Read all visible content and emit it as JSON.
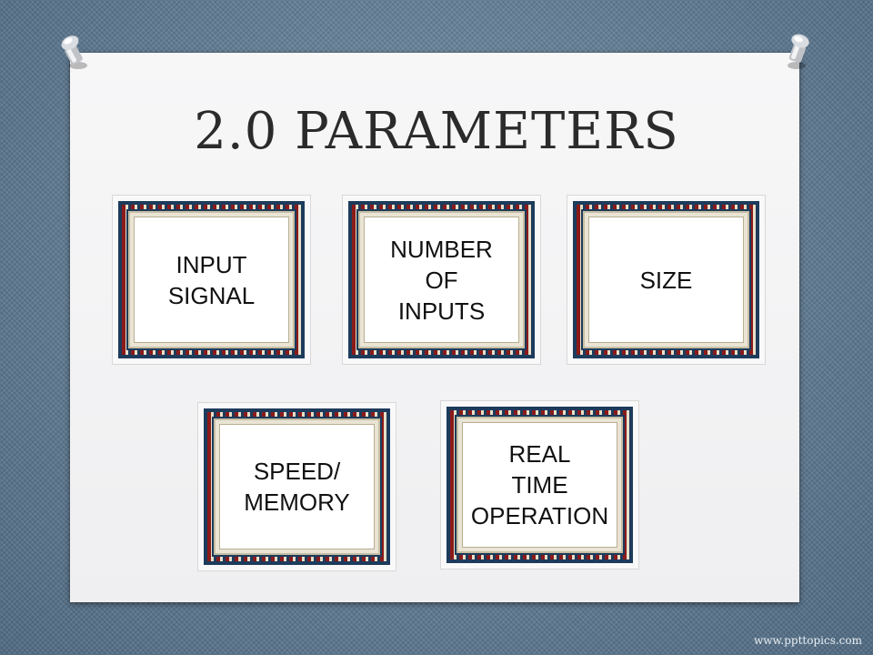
{
  "slide": {
    "title": "2.0  PARAMETERS",
    "footer": "www.ppttopics.com"
  },
  "boxes": [
    {
      "label": "INPUT\nSIGNAL"
    },
    {
      "label": "NUMBER\nOF\nINPUTS"
    },
    {
      "label": "SIZE"
    },
    {
      "label": "SPEED/\nMEMORY"
    },
    {
      "label": "REAL\nTIME\nOPERATION"
    }
  ],
  "colors": {
    "frame_navy": "#1d3b5c",
    "frame_red": "#8b1a1a",
    "background": "#5f7c95",
    "paper": "#f4f4f5"
  },
  "icons": [
    "pushpin-icon",
    "pushpin-icon"
  ]
}
